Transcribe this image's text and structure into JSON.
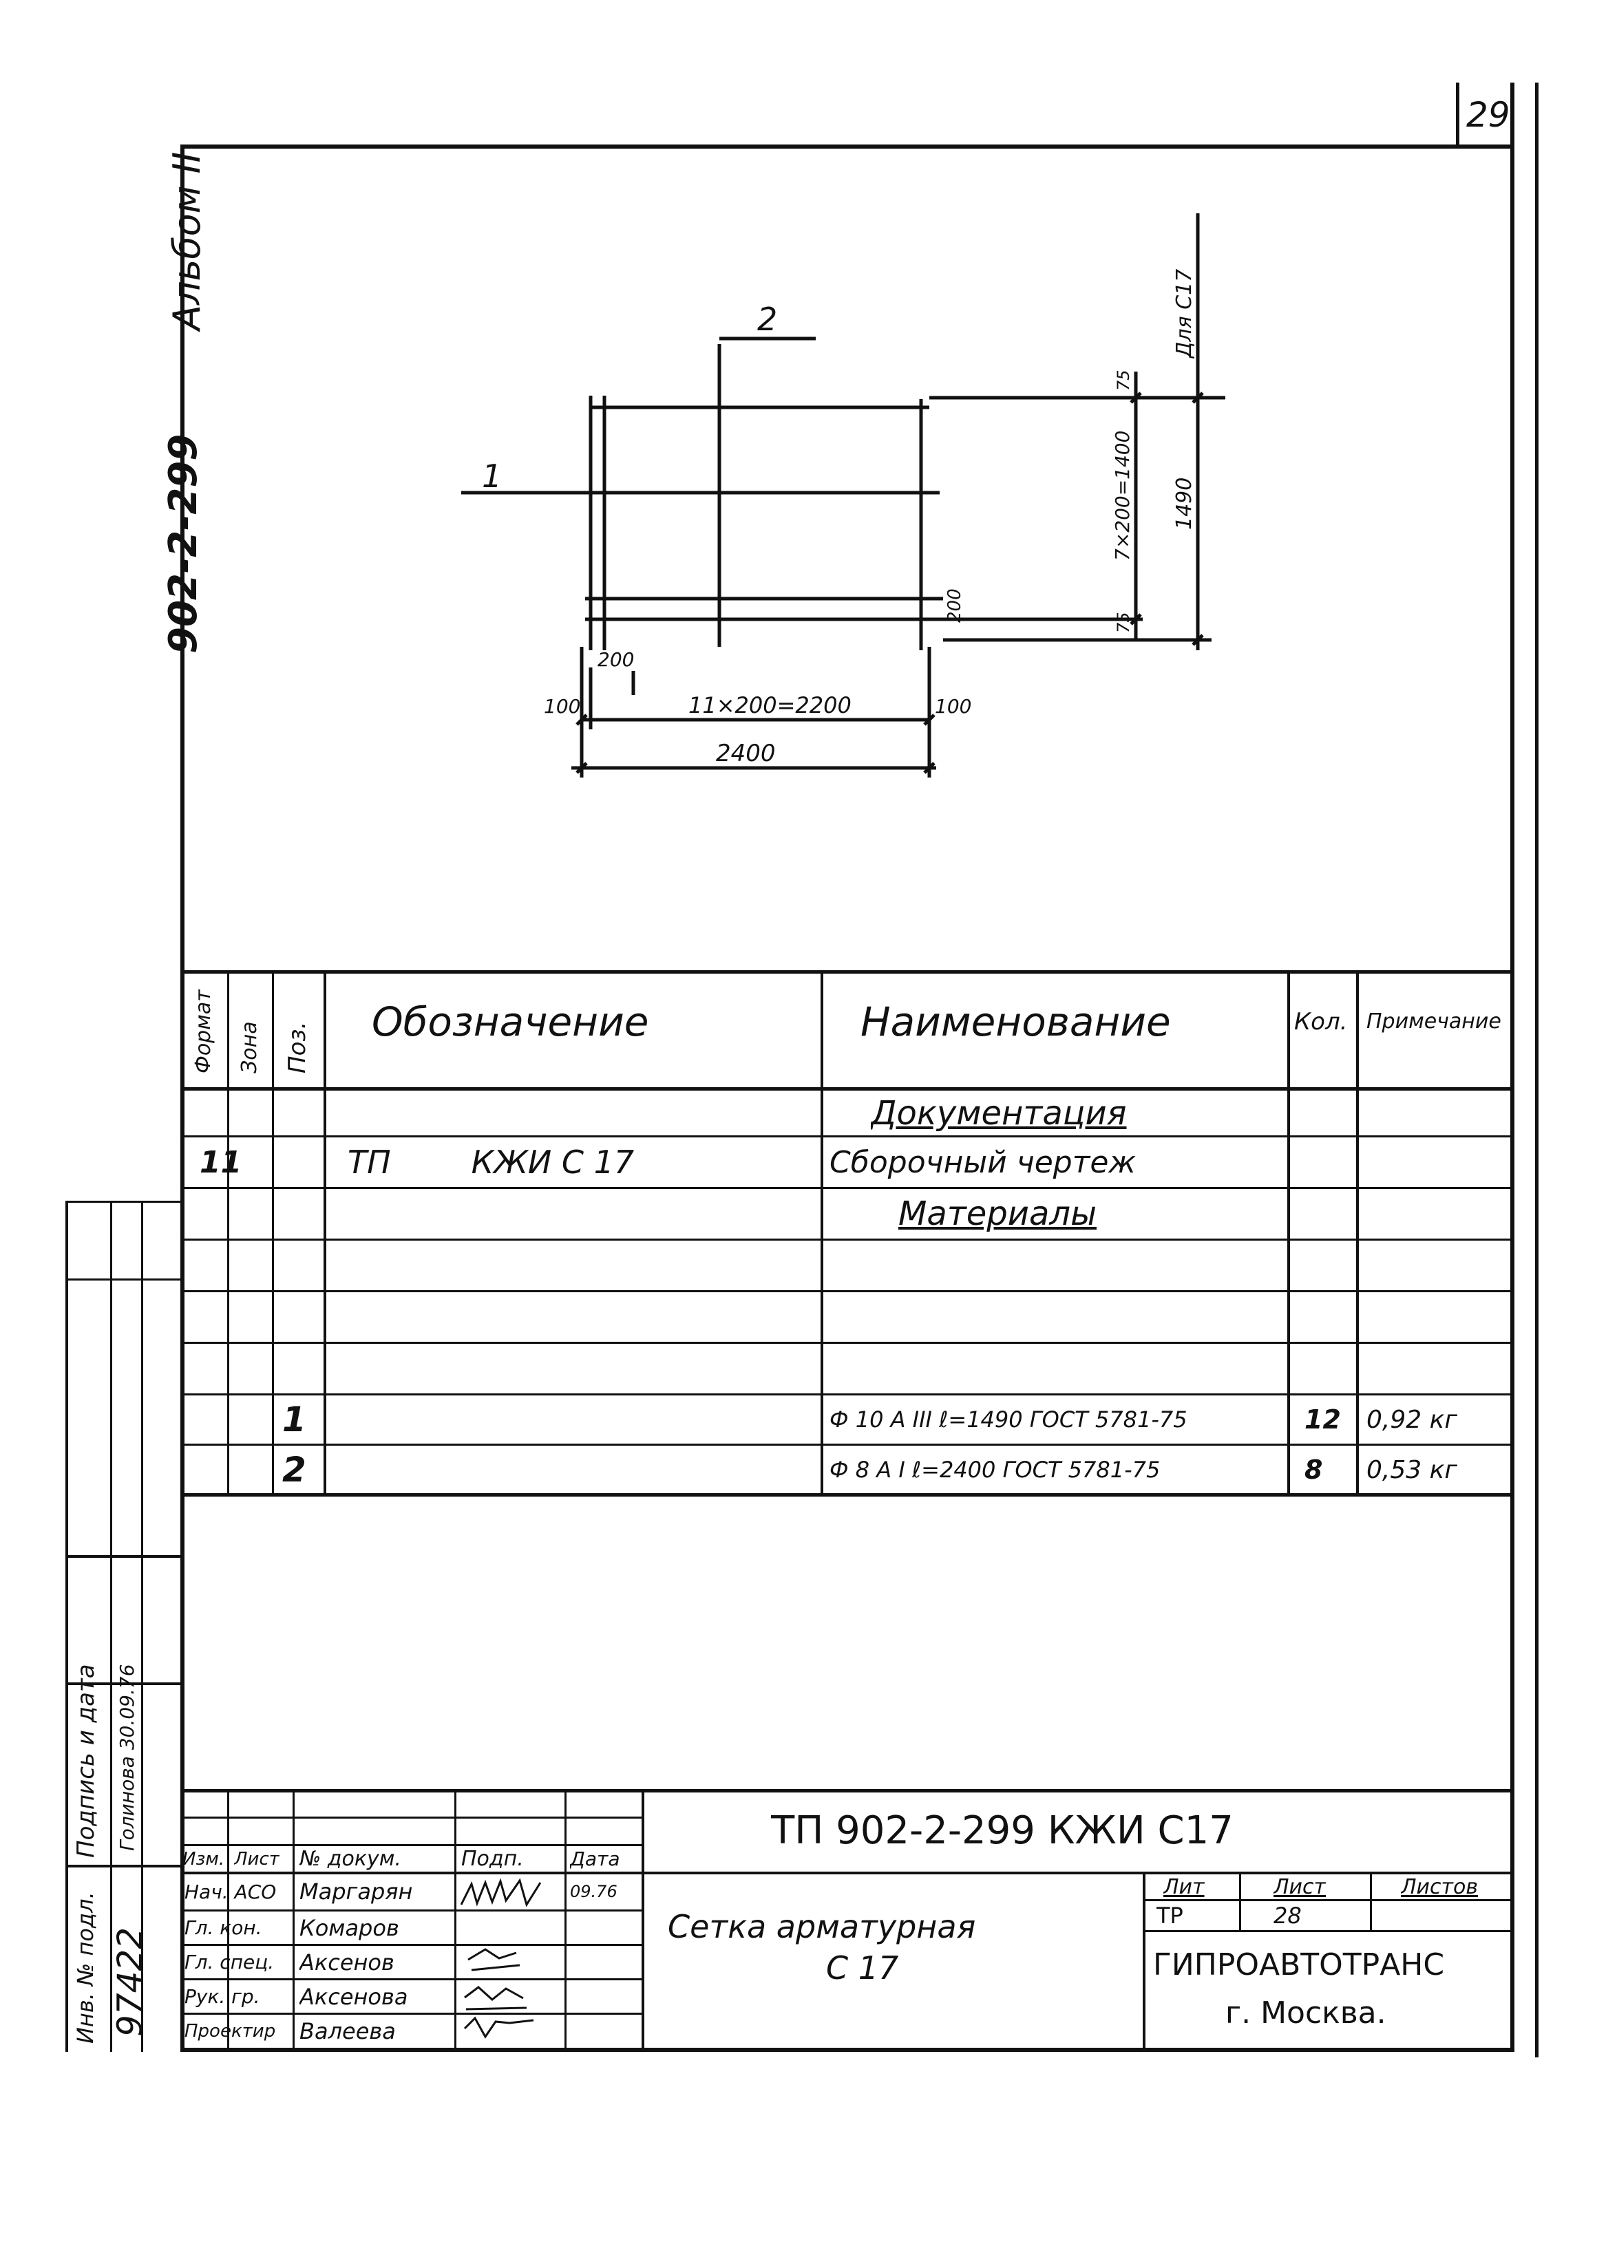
{
  "sheet_number": "29",
  "album": "Альбом II",
  "project_code_vertical": "902-2-299",
  "drawing": {
    "position_1": "1",
    "position_2": "2",
    "dim_left_100": "100",
    "dim_200": "200",
    "dim_inner": "11×200=2200",
    "dim_right_100": "100",
    "dim_total": "2400",
    "dim_top_75": "75",
    "dim_vert_inner": "7×200=1400",
    "dim_vert_total": "1490",
    "dim_for_c17": "Для С17",
    "dim_bottom_75": "75",
    "dim_200_right": "200"
  },
  "spec_header": {
    "format": "Формат",
    "zone": "Зона",
    "pos": "Поз.",
    "designation": "Обозначение",
    "name": "Наименование",
    "qty": "Кол.",
    "note": "Примечание"
  },
  "spec_rows": [
    {
      "format": "",
      "zone": "",
      "pos": "",
      "designation": "",
      "name": "Документация",
      "qty": "",
      "note": ""
    },
    {
      "format": "11",
      "zone": "",
      "pos": "",
      "designation": "ТП        КЖИ С 17",
      "name": "Сборочный чертеж",
      "qty": "",
      "note": ""
    },
    {
      "format": "",
      "zone": "",
      "pos": "",
      "designation": "",
      "name": "Материалы",
      "qty": "",
      "note": ""
    },
    {
      "format": "",
      "zone": "",
      "pos": "",
      "designation": "",
      "name": "",
      "qty": "",
      "note": ""
    },
    {
      "format": "",
      "zone": "",
      "pos": "",
      "designation": "",
      "name": "",
      "qty": "",
      "note": ""
    },
    {
      "format": "",
      "zone": "",
      "pos": "1",
      "designation": "",
      "name": "Ф 10 А III  ℓ=1490 ГОСТ 5781-75",
      "qty": "12",
      "note": "0,92 кг"
    },
    {
      "format": "",
      "zone": "",
      "pos": "2",
      "designation": "",
      "name": "Ф 8 А I  ℓ=2400 ГОСТ 5781-75",
      "qty": "8",
      "note": "0,53 кг"
    }
  ],
  "left_strip": {
    "signature_label": "Подпись и дата",
    "signature_value": "Голинова 30.09.76",
    "inventory_label": "Инв. № подл.",
    "inventory_value": "97422"
  },
  "title_block": {
    "doc_code": "ТП 902-2-299 КЖИ С17",
    "col_headers": [
      "Изм.",
      "Лист",
      "№ докум.",
      "Подп.",
      "Дата"
    ],
    "roles": [
      {
        "role": "Нач. АСО",
        "name": "Маргарян",
        "date": "09.76"
      },
      {
        "role": "Гл. кон.",
        "name": "Комаров",
        "date": ""
      },
      {
        "role": "Гл. спец.",
        "name": "Аксенов",
        "date": ""
      },
      {
        "role": "Рук. гр.",
        "name": "Аксенова",
        "date": ""
      },
      {
        "role": "Проектир",
        "name": "Валеева",
        "date": ""
      }
    ],
    "title_line1": "Сетка арматурная",
    "title_line2": "С 17",
    "stage_label": "Лит",
    "sheet_label": "Лист",
    "sheets_label": "Листов",
    "stage_value": "ТР",
    "sheet_value": "28",
    "sheets_value": "",
    "organization": "ГИПРОАВТОТРАНС",
    "city": "г. Москва."
  }
}
